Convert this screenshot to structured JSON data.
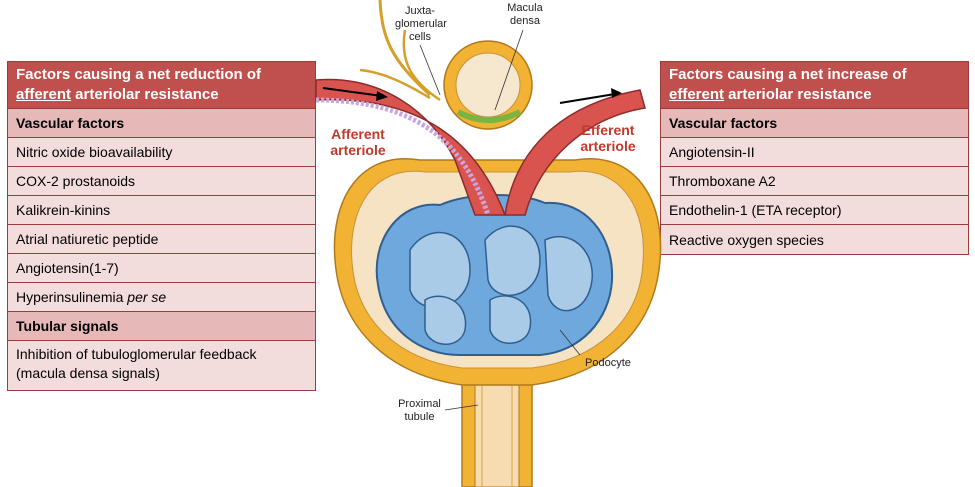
{
  "left_table": {
    "header_pre": "Factors causing a net reduction of",
    "header_underlined": "afferent",
    "header_post": " arteriolar resistance",
    "sections": [
      {
        "title": "Vascular factors",
        "items": [
          "Nitric oxide bioavailability",
          "COX-2 prostanoids",
          "Kalikrein-kinins",
          "Atrial natiuretic peptide",
          "Angiotensin(1-7)"
        ],
        "last_item_text": "Hyperinsulinemia ",
        "last_item_italic": "per se"
      },
      {
        "title": "Tubular signals",
        "items": [
          "Inhibition of tubuloglomerular feedback",
          "(macula densa signals)"
        ]
      }
    ]
  },
  "right_table": {
    "header_pre": "Factors causing a net increase of",
    "header_underlined": "efferent",
    "header_post": " arteriolar resistance",
    "sections": [
      {
        "title": "Vascular factors",
        "items": [
          "Angiotensin-II",
          "Thromboxane A2",
          "Endothelin-1 (ETA receptor)",
          "Reactive oxygen species"
        ]
      }
    ]
  },
  "diagram": {
    "labels": {
      "juxta_line1": "Juxta-",
      "juxta_line2": "glomerular",
      "juxta_line3": "cells",
      "macula_line1": "Macula",
      "macula_line2": "densa",
      "afferent_line1": "Afferent",
      "afferent_line2": "arteriole",
      "efferent_line1": "Efferent",
      "efferent_line2": "arteriole",
      "podocyte": "Podocyte",
      "proximal_line1": "Proximal",
      "proximal_line2": "tubule"
    },
    "colors": {
      "header": "#c0504d",
      "section": "#e6b9b8",
      "row": "#f3dcdc",
      "capsule": "#f2b233",
      "capillary": "#6fa8dc",
      "vessel": "#d9534f"
    }
  }
}
